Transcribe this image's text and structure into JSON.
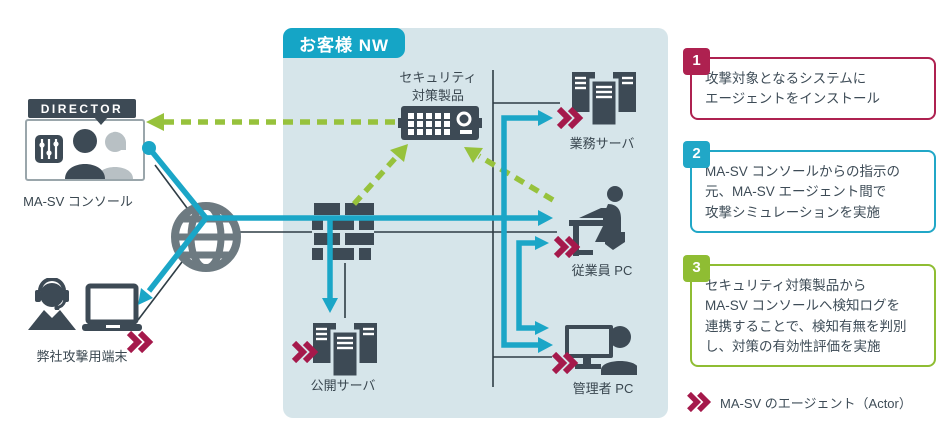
{
  "network": {
    "label": "お客様 NW"
  },
  "nodes": {
    "director_badge": "DIRECTOR",
    "console_label": "MA-SV コンソール",
    "attack_terminal_label": "弊社攻撃用端末",
    "security_product_line1": "セキュリティ",
    "security_product_line2": "対策製品",
    "public_server_label": "公開サーバ",
    "business_server_label": "業務サーバ",
    "employee_pc_label": "従業員 PC",
    "admin_pc_label": "管理者 PC"
  },
  "steps": [
    {
      "number": "1",
      "color": "#ae2150",
      "lines": [
        "攻撃対象となるシステムに",
        "エージェントをインストール"
      ]
    },
    {
      "number": "2",
      "color": "#21a7c7",
      "lines": [
        "MA-SV コンソールからの指示の",
        "元、MA-SV エージェント間で",
        "攻撃シミュレーションを実施"
      ]
    },
    {
      "number": "3",
      "color": "#8fbd33",
      "lines": [
        "セキュリティ対策製品から",
        "MA-SV コンソールへ検知ログを",
        "連携することで、検知有無を判別",
        "し、対策の有効性評価を実施"
      ]
    }
  ],
  "legend": {
    "label": "MA-SV のエージェント（Actor）"
  },
  "colors": {
    "accent_cyan": "#1ba6c7",
    "accent_green": "#97c23c",
    "accent_crimson": "#a5194b",
    "icon_dark": "#3d4a55",
    "network_background": "#d6e5ea",
    "thin_line": "#2f3d45",
    "globe_gray": "#6d7a81"
  }
}
